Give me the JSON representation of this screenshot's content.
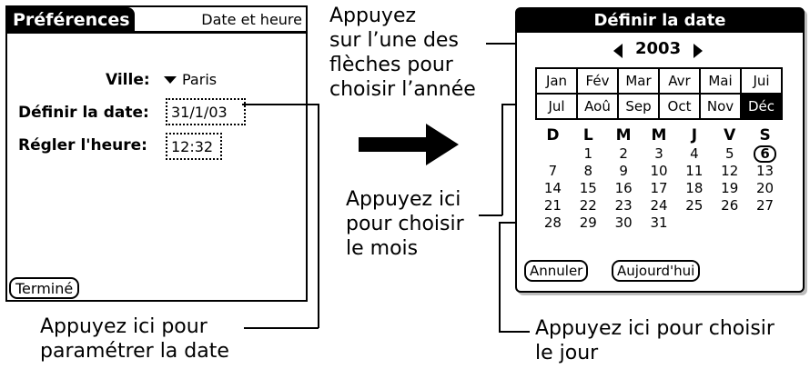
{
  "preferences_screen": {
    "tab_title": "Préférences",
    "panel_name": "Date et heure",
    "city_label": "Ville:",
    "city_value": "Paris",
    "set_date_label": "Définir la date:",
    "date_value": "31/1/03",
    "set_time_label": "Régler l'heure:",
    "time_value": "12:32",
    "done_button": "Terminé"
  },
  "date_picker": {
    "title": "Définir la date",
    "year": "2003",
    "months": [
      "Jan",
      "Fév",
      "Mar",
      "Avr",
      "Mai",
      "Jui",
      "Jul",
      "Aoû",
      "Sep",
      "Oct",
      "Nov",
      "Déc"
    ],
    "selected_month": "Déc",
    "weekdays": [
      "D",
      "L",
      "M",
      "M",
      "J",
      "V",
      "S"
    ],
    "weeks": [
      [
        "",
        "1",
        "2",
        "3",
        "4",
        "5",
        "6"
      ],
      [
        "7",
        "8",
        "9",
        "10",
        "11",
        "12",
        "13"
      ],
      [
        "14",
        "15",
        "16",
        "17",
        "18",
        "19",
        "20"
      ],
      [
        "21",
        "22",
        "23",
        "24",
        "25",
        "26",
        "27"
      ],
      [
        "28",
        "29",
        "30",
        "31",
        "",
        "",
        ""
      ]
    ],
    "selected_day": "6",
    "cancel_button": "Annuler",
    "today_button": "Aujourd'hui"
  },
  "callouts": {
    "year": [
      "Appuyez",
      "sur l’une des",
      "flèches pour",
      "choisir l’année"
    ],
    "month": [
      "Appuyez ici",
      "pour choisir",
      "le mois"
    ],
    "set_date": [
      "Appuyez ici pour",
      "paramétrer la date"
    ],
    "day": [
      "Appuyez ici pour choisir",
      "le jour"
    ]
  }
}
